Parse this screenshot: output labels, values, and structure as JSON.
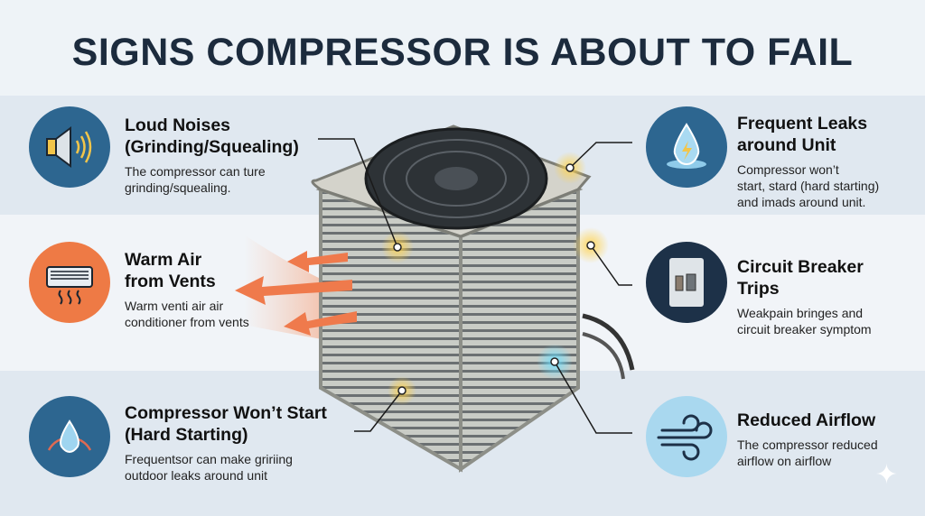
{
  "title": "SIGNS COMPRESSOR IS ABOUT TO FAIL",
  "left_items": [
    {
      "icon": "speaker-icon",
      "title_1": "Loud Noises",
      "title_2": "(Grinding/Squealing)",
      "desc_1": "The compressor can ture",
      "desc_2": "grinding/squealing.",
      "color": "#2d6690"
    },
    {
      "icon": "air-conditioner-heat-icon",
      "title_1": "Warm Air",
      "title_2": "from Vents",
      "desc_1": "Warm venti air air",
      "desc_2": "conditioner from vents",
      "color": "#ee7a45"
    },
    {
      "icon": "water-drop-cycle-icon",
      "title_1": "Compressor Won’t Start",
      "title_2": "(Hard Starting)",
      "desc_1": "Frequentsor can make gririing",
      "desc_2": "outdoor leaks around unit",
      "color": "#2d6690"
    }
  ],
  "right_items": [
    {
      "icon": "leak-drop-icon",
      "title_1": "Frequent Leaks",
      "title_2": "around Unit",
      "desc_1": "Compressor won’t",
      "desc_2": "start, stard (hard starting)",
      "desc_3": "and imads around unit.",
      "color": "#2d6690"
    },
    {
      "icon": "circuit-breaker-icon",
      "title_1": "Circuit Breaker",
      "title_2": "Trips",
      "desc_1": "Weakpain bringes and",
      "desc_2": "circuit breaker symptom",
      "color": "#1d3148"
    },
    {
      "icon": "wind-icon",
      "title_1": "Reduced Airflow",
      "desc_1": "The compressor reduced",
      "desc_2": "airflow on airflow",
      "color": "#a9d8ef"
    }
  ]
}
